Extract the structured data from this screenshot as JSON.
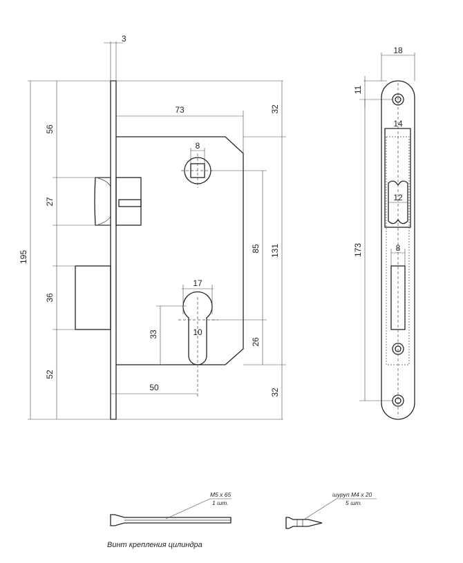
{
  "dimensions": {
    "faceplate_thickness": "3",
    "backset_to_edge": "73",
    "total_height": "195",
    "top_to_latch": "56",
    "latch_height": "27",
    "bolt_height": "36",
    "bottom_to_bolt": "52",
    "top_offset": "32",
    "bottom_offset": "32",
    "spindle_square": "8",
    "spindle_to_cylinder": "85",
    "body_height": "131",
    "cylinder_width": "17",
    "cylinder_height": "33",
    "cylinder_hole": "10",
    "cylinder_to_bottom": "26",
    "backset": "50",
    "faceplate_width": "18",
    "screw_offset": "11",
    "screw_spacing": "173",
    "latch_window_width": "14",
    "latch_width": "12",
    "bolt_window_width": "8"
  },
  "parts": {
    "cylinder_screw_spec": "M5 x 65",
    "cylinder_screw_qty": "1 шт.",
    "cylinder_screw_caption": "Винт крепления цилиндра",
    "wood_screw_spec": "шуруп M4 x 20",
    "wood_screw_qty": "5 шт."
  }
}
